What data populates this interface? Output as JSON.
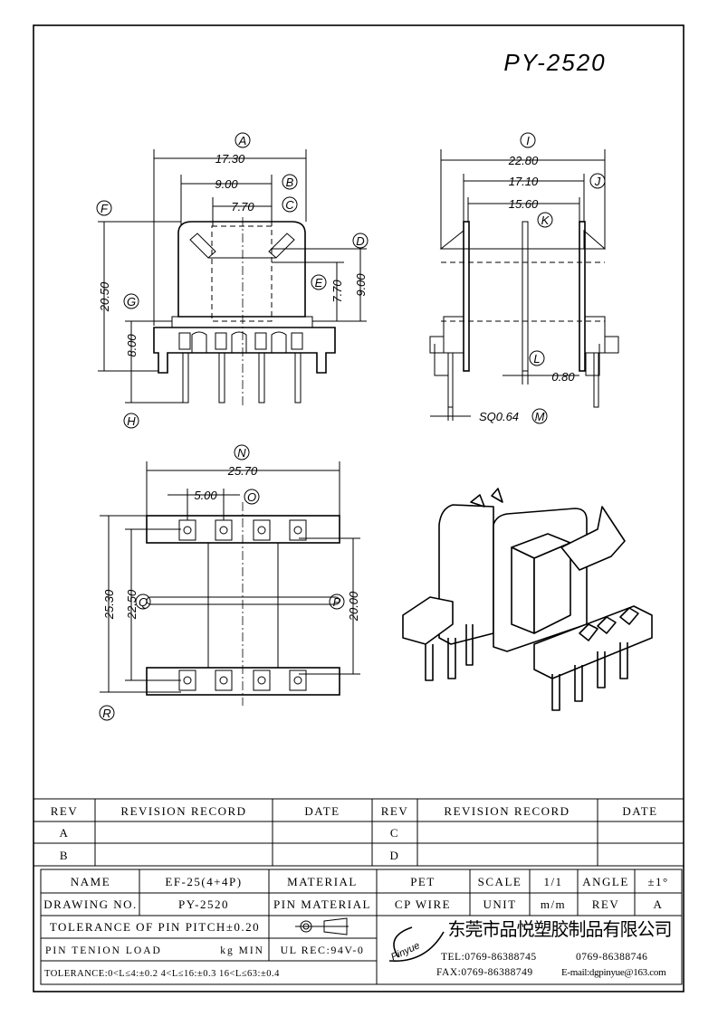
{
  "title": "PY-2520",
  "front_view": {
    "dims": [
      "17.30",
      "9.00",
      "7.70",
      "20.50",
      "8.00",
      "7.70",
      "9.00"
    ],
    "letters": [
      "A",
      "B",
      "C",
      "D",
      "E",
      "F",
      "G",
      "H"
    ]
  },
  "side_view": {
    "dims": [
      "22.80",
      "17.10",
      "15.60",
      "0.80",
      "SQ0.64"
    ],
    "letters": [
      "I",
      "J",
      "K",
      "L",
      "M"
    ]
  },
  "bottom_view": {
    "dims": [
      "25.70",
      "5.00",
      "25.30",
      "22.50",
      "20.00"
    ],
    "letters": [
      "N",
      "O",
      "P",
      "Q",
      "R"
    ]
  },
  "revision_table": {
    "headers": [
      "REV",
      "REVISION RECORD",
      "DATE",
      "REV",
      "REVISION RECORD",
      "DATE"
    ],
    "rows": [
      [
        "A",
        "",
        "",
        "C",
        "",
        ""
      ],
      [
        "B",
        "",
        "",
        "D",
        "",
        ""
      ]
    ]
  },
  "title_block": {
    "name_label": "NAME",
    "name_value": "EF-25(4+4P)",
    "material_label": "MATERIAL",
    "material_value": "PET",
    "scale_label": "SCALE",
    "scale_value": "1/1",
    "angle_label": "ANGLE",
    "angle_value": "±1°",
    "drawing_no_label": "DRAWING NO.",
    "drawing_no_value": "PY-2520",
    "pin_material_label": "PIN MATERIAL",
    "pin_material_value": "CP WIRE",
    "unit_label": "UNIT",
    "unit_value": "m/m",
    "rev_label": "REV",
    "rev_value": "A",
    "pin_pitch_tolerance": "TOLERANCE OF PIN PITCH±0.20",
    "pin_tension_label": "PIN TENION LOAD",
    "pin_tension_unit": "kg MIN",
    "ul_rec": "UL REC:94V-0",
    "tolerance": "TOLERANCE:0<L≤4:±0.2  4<L≤16:±0.3  16<L≤63:±0.4",
    "logo_text": "Pinyue",
    "company": "东莞市品悦塑胶制品有限公司",
    "tel": "TEL:0769-86388745",
    "tel2": "0769-86388746",
    "fax": "FAX:0769-86388749",
    "email": "E-mail:dgpinyue@163.com"
  }
}
